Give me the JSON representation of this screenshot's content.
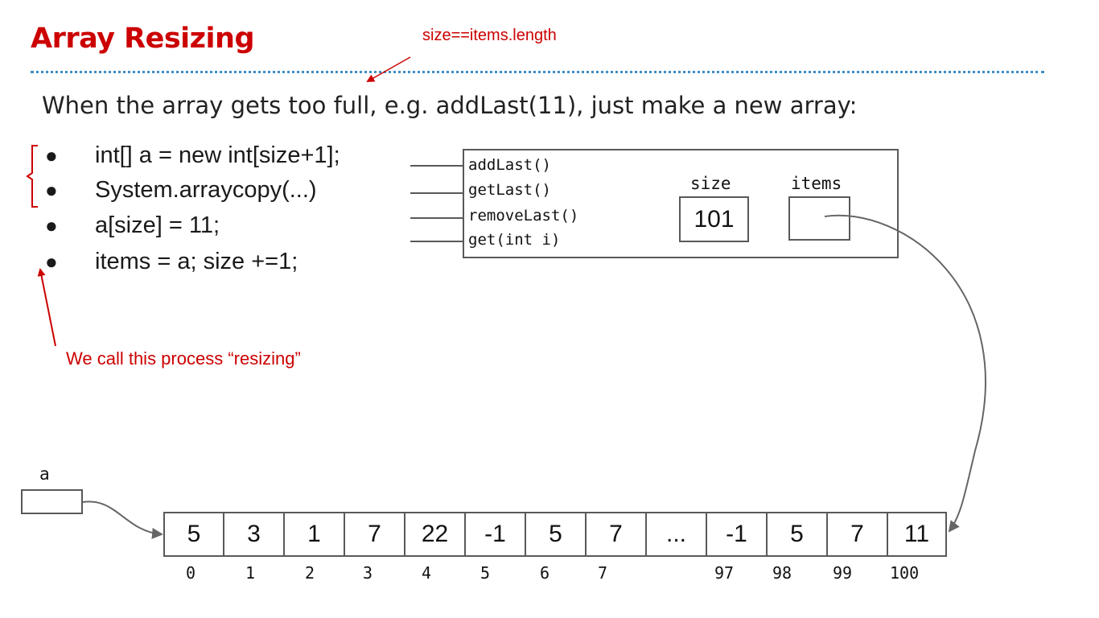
{
  "title": "Array Resizing",
  "annotations": {
    "size_equals": "size==items.length",
    "resizing": "We call this process “resizing”"
  },
  "intro": "When the array gets too full, e.g. addLast(11), just make a new array:",
  "bullets": [
    "int[] a = new int[size+1];",
    "System.arraycopy(...)",
    "a[size] = 11;",
    "items = a;   size +=1;"
  ],
  "bullet_glyph": "●",
  "object": {
    "methods": [
      "addLast()",
      "getLast()",
      "removeLast()",
      "get(int i)"
    ],
    "size_label": "size",
    "size_value": "101",
    "items_label": "items"
  },
  "local_var_label": "a",
  "array": {
    "values": [
      "5",
      "3",
      "1",
      "7",
      "22",
      "-1",
      "5",
      "7",
      "...",
      "-1",
      "5",
      "7",
      "11"
    ],
    "indices": [
      "0",
      "1",
      "2",
      "3",
      "4",
      "5",
      "6",
      "7",
      "",
      "97",
      "98",
      "99",
      "100"
    ]
  },
  "colors": {
    "accent": "#cc0000",
    "divider": "#3d8ec9",
    "box_border": "#595959"
  }
}
